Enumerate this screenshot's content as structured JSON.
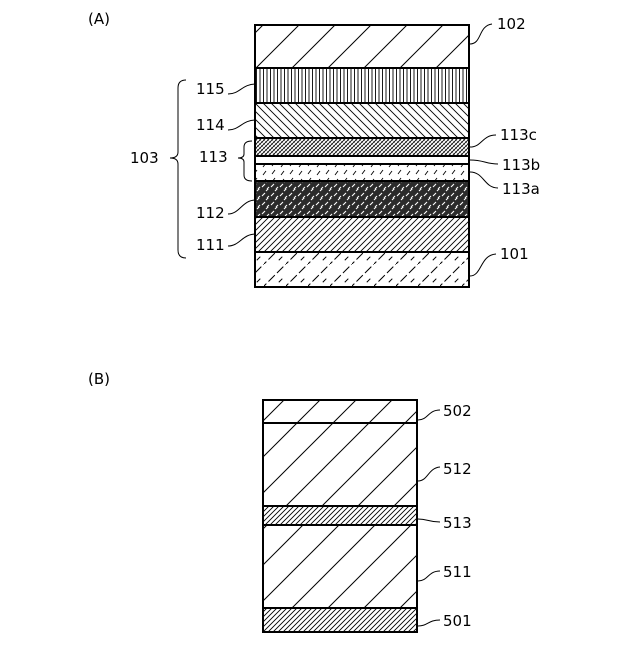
{
  "panel_a": {
    "tag": "(A)",
    "labels": {
      "l102": "102",
      "l115": "115",
      "l114": "114",
      "l113c": "113c",
      "l113": "113",
      "l103": "103",
      "l113b": "113b",
      "l113a": "113a",
      "l112": "112",
      "l111": "111",
      "l101": "101"
    }
  },
  "panel_b": {
    "tag": "(B)",
    "labels": {
      "l502": "502",
      "l512": "512",
      "l513": "513",
      "l511": "511",
      "l501": "501"
    }
  }
}
